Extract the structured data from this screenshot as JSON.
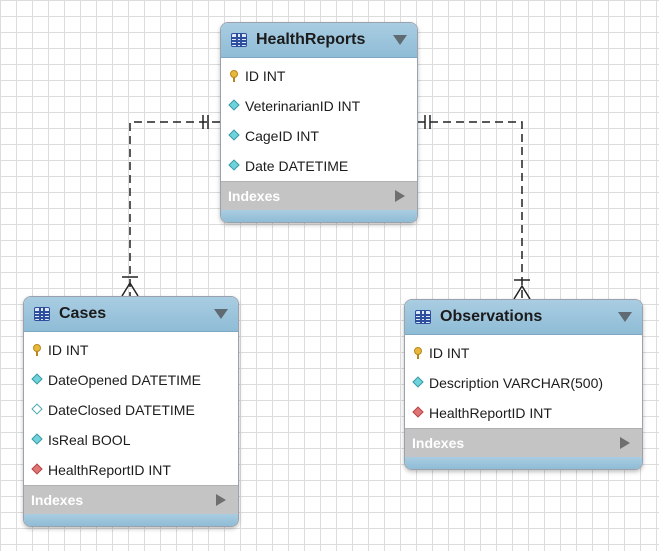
{
  "tables": {
    "health_reports": {
      "title": "HealthReports",
      "indexes_label": "Indexes",
      "columns": [
        {
          "text": "ID INT",
          "icon": "primary-key-icon"
        },
        {
          "text": "VeterinarianID INT",
          "icon": "column-diamond-icon"
        },
        {
          "text": "CageID INT",
          "icon": "column-diamond-icon"
        },
        {
          "text": "Date DATETIME",
          "icon": "column-diamond-icon"
        }
      ]
    },
    "cases": {
      "title": "Cases",
      "indexes_label": "Indexes",
      "columns": [
        {
          "text": "ID INT",
          "icon": "primary-key-icon"
        },
        {
          "text": "DateOpened DATETIME",
          "icon": "column-diamond-icon"
        },
        {
          "text": "DateClosed DATETIME",
          "icon": "nullable-column-diamond-icon"
        },
        {
          "text": "IsReal BOOL",
          "icon": "column-diamond-icon"
        },
        {
          "text": "HealthReportID INT",
          "icon": "foreign-key-diamond-icon"
        }
      ]
    },
    "observations": {
      "title": "Observations",
      "indexes_label": "Indexes",
      "columns": [
        {
          "text": "ID INT",
          "icon": "primary-key-icon"
        },
        {
          "text": "Description VARCHAR(500)",
          "icon": "column-diamond-icon"
        },
        {
          "text": "HealthReportID INT",
          "icon": "foreign-key-diamond-icon"
        }
      ]
    }
  },
  "relationships": [
    {
      "from": "HealthReports",
      "to": "Cases",
      "cardinality": "one-to-many",
      "style": "dashed"
    },
    {
      "from": "HealthReports",
      "to": "Observations",
      "cardinality": "one-to-many",
      "style": "dashed"
    }
  ],
  "colors": {
    "header": "#9cc6de",
    "indexes_bar": "#c4c4c4",
    "primary_key": "#e8b83b",
    "column": "#6fd3dc",
    "foreign_key": "#e07575",
    "connector": "#222222"
  }
}
